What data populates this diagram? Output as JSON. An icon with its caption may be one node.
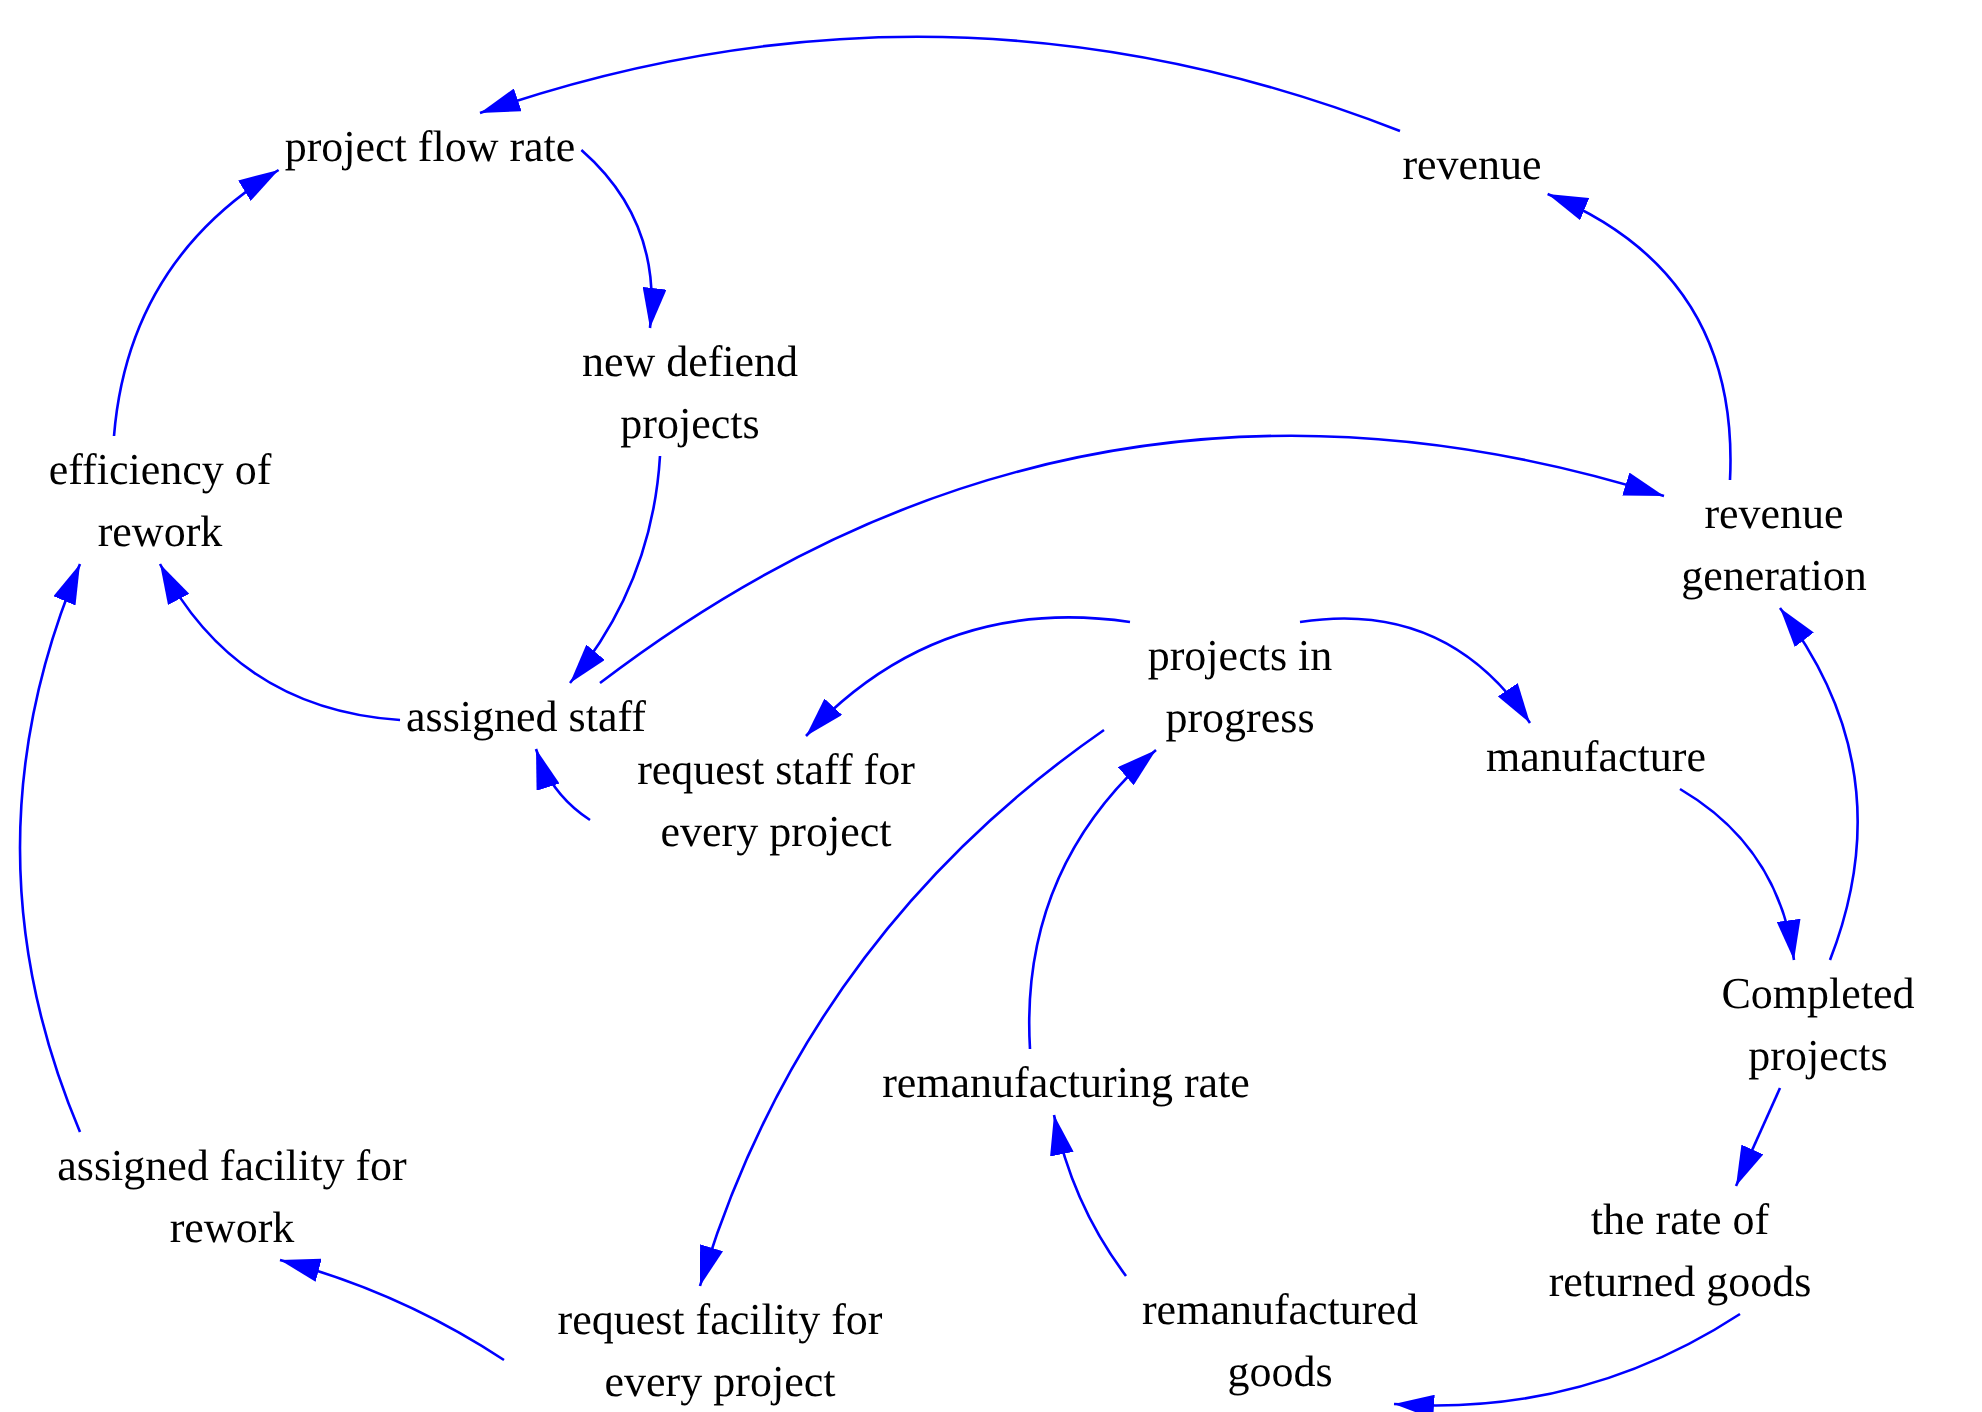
{
  "diagram": {
    "nodes": [
      {
        "text": [
          "project flow rate"
        ]
      },
      {
        "text": [
          "revenue"
        ]
      },
      {
        "text": [
          "new defiend projects"
        ]
      },
      {
        "text": [
          "efficiency of rework"
        ]
      },
      {
        "text": [
          "revenue generation"
        ]
      },
      {
        "text": [
          "projects in progress"
        ]
      },
      {
        "text": [
          "assigned staff"
        ]
      },
      {
        "text": [
          "manufacture"
        ]
      },
      {
        "text": [
          "request staff for every project"
        ]
      },
      {
        "text": [
          "Completed projects"
        ]
      },
      {
        "text": [
          "remanufacturing rate"
        ]
      },
      {
        "text": [
          "assigned facility for rework"
        ]
      },
      {
        "text": [
          "the rate of returned goods"
        ]
      },
      {
        "text": [
          "remanufactured goods"
        ]
      },
      {
        "text": [
          "request facility for every project"
        ]
      }
    ],
    "edges": [
      {
        "from": 1,
        "to": 0,
        "arrow": "to"
      },
      {
        "from": 0,
        "to": 2,
        "arrow": "to"
      },
      {
        "from": 2,
        "to": 6,
        "arrow": "to"
      },
      {
        "from": 6,
        "to": 3,
        "arrow": "to"
      },
      {
        "from": 3,
        "to": 0,
        "arrow": "to"
      },
      {
        "from": 6,
        "to": 4,
        "arrow": "to"
      },
      {
        "from": 4,
        "to": 1,
        "arrow": "to"
      },
      {
        "from": 5,
        "to": 8,
        "arrow": "to"
      },
      {
        "from": 8,
        "to": 6,
        "arrow": "to"
      },
      {
        "from": 5,
        "to": 7,
        "arrow": "to"
      },
      {
        "from": 7,
        "to": 9,
        "arrow": "to"
      },
      {
        "from": 9,
        "to": 4,
        "arrow": "to"
      },
      {
        "from": 9,
        "to": 12,
        "arrow": "to"
      },
      {
        "from": 12,
        "to": 13,
        "arrow": "to"
      },
      {
        "from": 13,
        "to": 10,
        "arrow": "to"
      },
      {
        "from": 10,
        "to": 5,
        "arrow": "to"
      },
      {
        "from": 5,
        "to": 14,
        "arrow": "to"
      },
      {
        "from": 14,
        "to": 11,
        "arrow": "to"
      },
      {
        "from": 11,
        "to": 3,
        "arrow": "to"
      }
    ]
  }
}
